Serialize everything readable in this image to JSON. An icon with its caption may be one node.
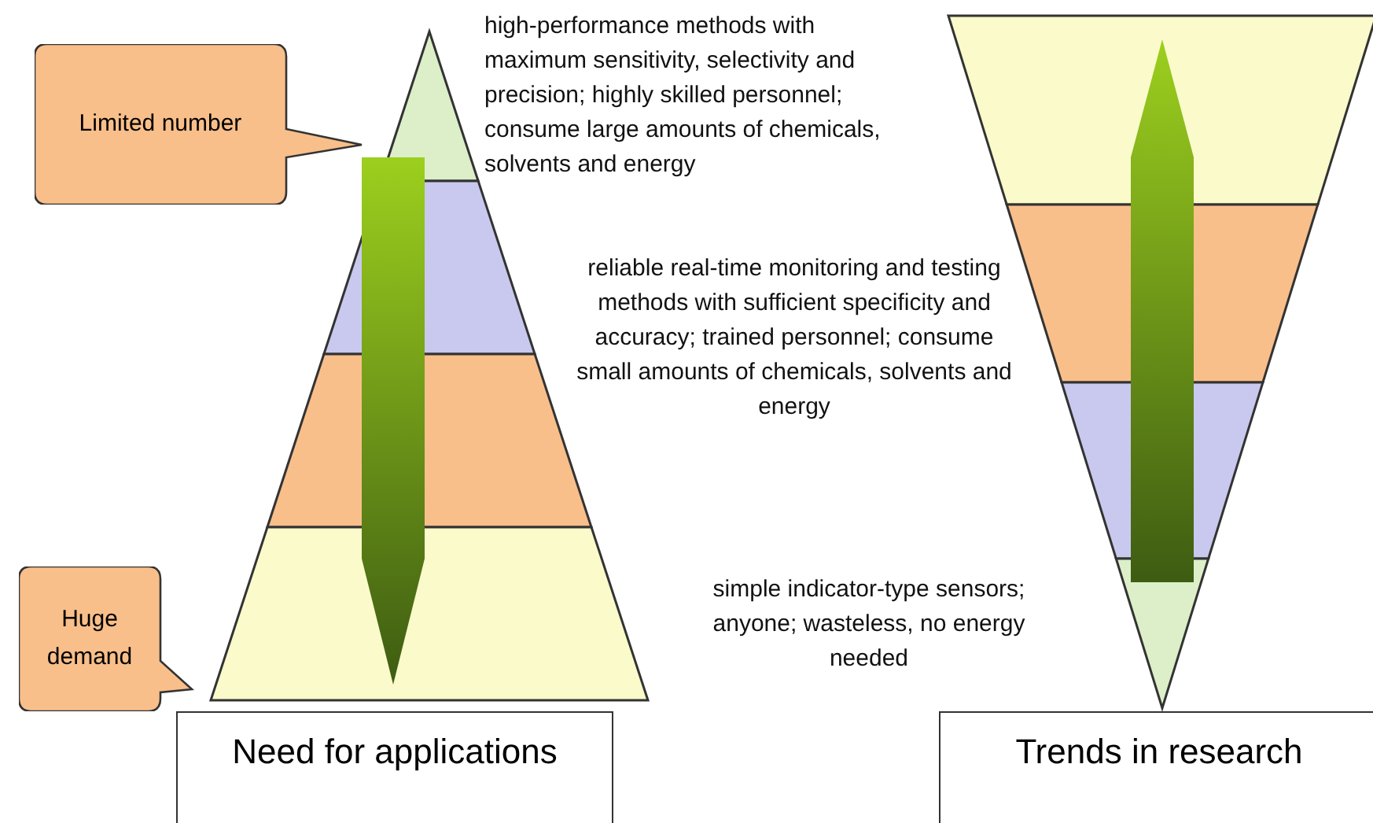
{
  "diagram": {
    "nodes": [
      {
        "text": [
          "Limited number"
        ]
      },
      {
        "text": [
          "Huge demand"
        ]
      },
      {
        "text": [
          "Need for applications"
        ]
      },
      {
        "text": [
          "Trends in research"
        ]
      }
    ],
    "labels": [
      "high-performance methods with maximum sensitivity, selectivity and precision; highly skilled personnel; consume large amounts of chemicals, solvents and energy",
      "reliable real-time monitoring and testing methods with sufficient specificity and accuracy; trained personnel; consume small amounts of chemicals, solvents and energy",
      "simple indicator-type sensors; anyone; wasteless, no energy needed"
    ]
  }
}
